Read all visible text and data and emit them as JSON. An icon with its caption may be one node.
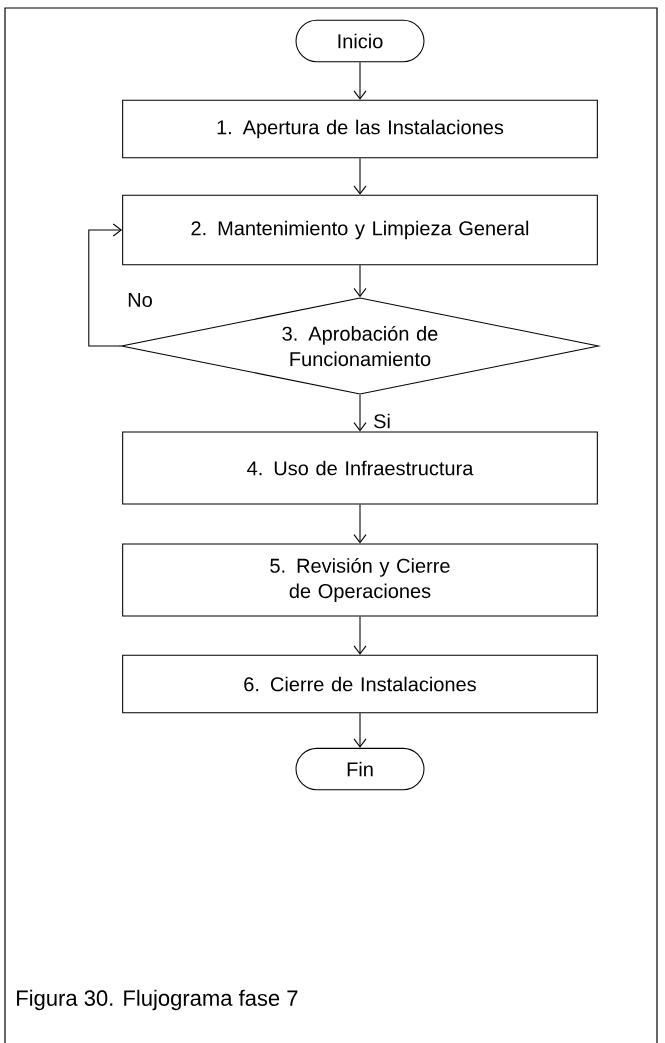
{
  "diagram": {
    "caption": "Figura 30. Flujograma fase 7",
    "nodes": [
      {
        "text": [
          "Inicio"
        ]
      },
      {
        "text": [
          "1. Apertura de las Instalaciones"
        ]
      },
      {
        "text": [
          "2. Mantenimiento y Limpieza General"
        ]
      },
      {
        "text": [
          "3. Aprobación de Funcionamiento"
        ]
      },
      {
        "text": [
          "4. Uso de Infraestructura"
        ]
      },
      {
        "text": [
          "5. Revisión y Cierre de Operaciones"
        ]
      },
      {
        "text": [
          "6. Cierre de Instalaciones"
        ]
      },
      {
        "text": [
          "Fin"
        ]
      }
    ],
    "edges": [
      {
        "from": 0,
        "to": 1,
        "arrow": "to"
      },
      {
        "from": 1,
        "to": 2,
        "arrow": "to"
      },
      {
        "from": 2,
        "to": 3,
        "arrow": "to"
      },
      {
        "from": 3,
        "to": 4,
        "arrow": "to",
        "label": "Si"
      },
      {
        "from": 4,
        "to": 5,
        "arrow": "to"
      },
      {
        "from": 5,
        "to": 6,
        "arrow": "to"
      },
      {
        "from": 6,
        "to": 7,
        "arrow": "to"
      },
      {
        "from": 3,
        "to": 2,
        "arrow": "to",
        "label": "No"
      }
    ]
  }
}
